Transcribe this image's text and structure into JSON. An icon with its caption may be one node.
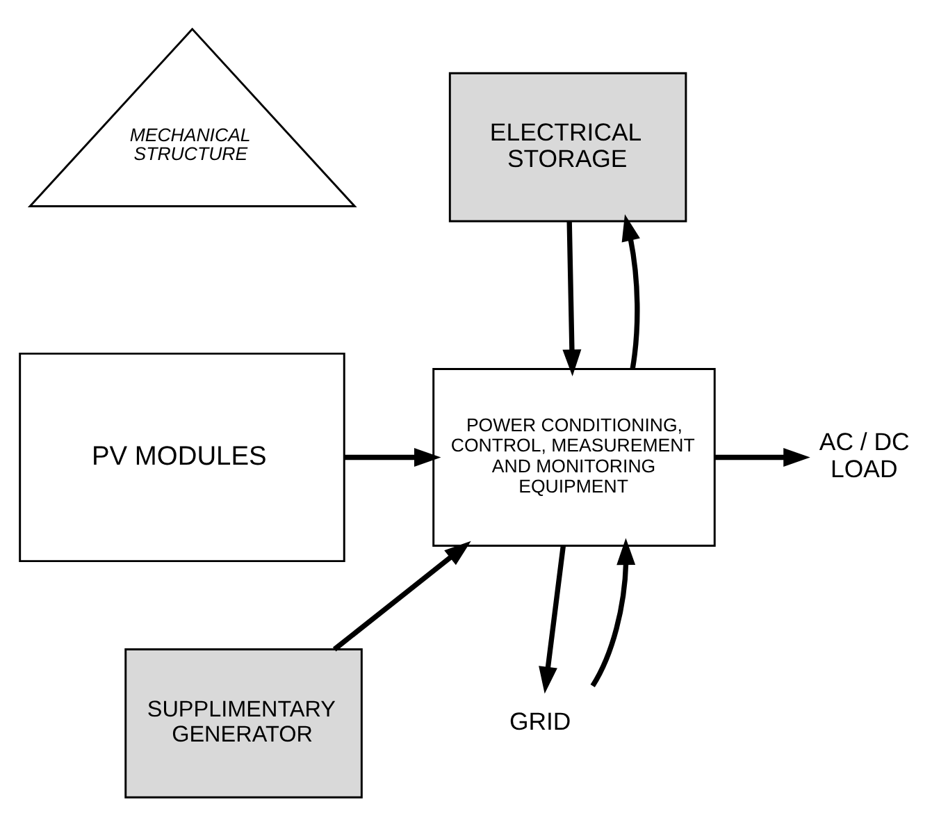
{
  "diagram": {
    "nodes": [
      {
        "text": [
          "ELECTRICAL STORAGE"
        ]
      },
      {
        "text": [
          "MECHANICAL STRUCTURE"
        ]
      },
      {
        "text": [
          "PV MODULES"
        ]
      },
      {
        "text": [
          "POWER CONDITIONING, CONTROL, MEASUREMENT AND MONITORING EQUIPMENT"
        ]
      },
      {
        "text": [
          "AC / DC LOAD"
        ]
      },
      {
        "text": [
          "SUPPLIMENTARY GENERATOR"
        ]
      },
      {
        "text": [
          "GRID"
        ]
      }
    ],
    "edges": [
      {
        "from": 0,
        "to": 3,
        "arrow": "to"
      },
      {
        "from": 3,
        "to": 0,
        "arrow": "to"
      },
      {
        "from": 2,
        "to": 3,
        "arrow": "to"
      },
      {
        "from": 3,
        "to": 4,
        "arrow": "to"
      },
      {
        "from": 5,
        "to": 3,
        "arrow": "to"
      },
      {
        "from": 3,
        "to": 6,
        "arrow": "to"
      },
      {
        "from": 6,
        "to": 3,
        "arrow": "to"
      }
    ]
  }
}
